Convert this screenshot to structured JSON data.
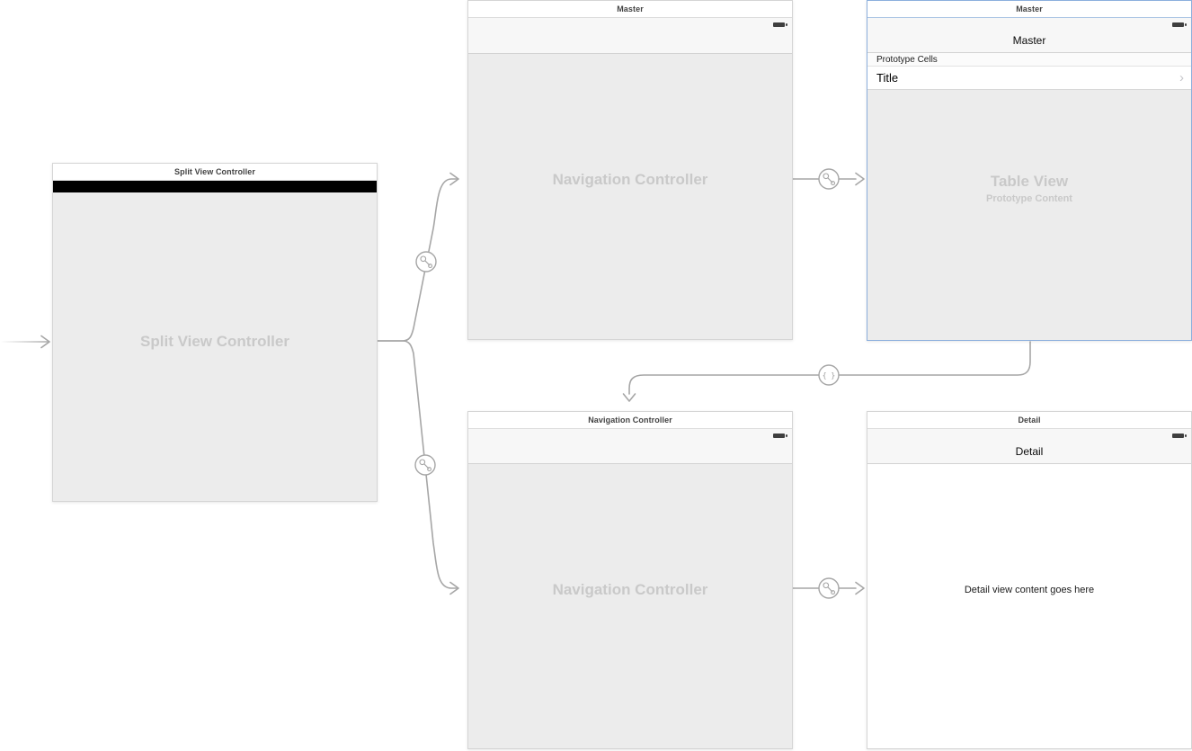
{
  "colors": {
    "canvas_bg": "#ffffff",
    "connection_line": "#a6a6a6",
    "selection_border": "#8cb0dd",
    "scene_content_bg": "#ececec",
    "ghost_text": "#c9c9c9",
    "bar_bg": "#f7f7f7",
    "status_bar_black": "#000000"
  },
  "scenes": {
    "split_view": {
      "header": "Split View Controller",
      "ghost_label": "Split View Controller"
    },
    "master_nav": {
      "header": "Master",
      "ghost_label": "Navigation Controller"
    },
    "master_table": {
      "header": "Master",
      "nav_title": "Master",
      "section_header": "Prototype Cells",
      "cell_title": "Title",
      "cell_accessory": "›",
      "ghost_label": "Table View",
      "ghost_sublabel": "Prototype Content"
    },
    "detail_nav": {
      "header": "Navigation Controller",
      "ghost_label": "Navigation Controller"
    },
    "detail": {
      "header": "Detail",
      "nav_title": "Detail",
      "body_text": "Detail view content goes here"
    }
  },
  "segues": {
    "show_detail_glyph": "{ }"
  }
}
